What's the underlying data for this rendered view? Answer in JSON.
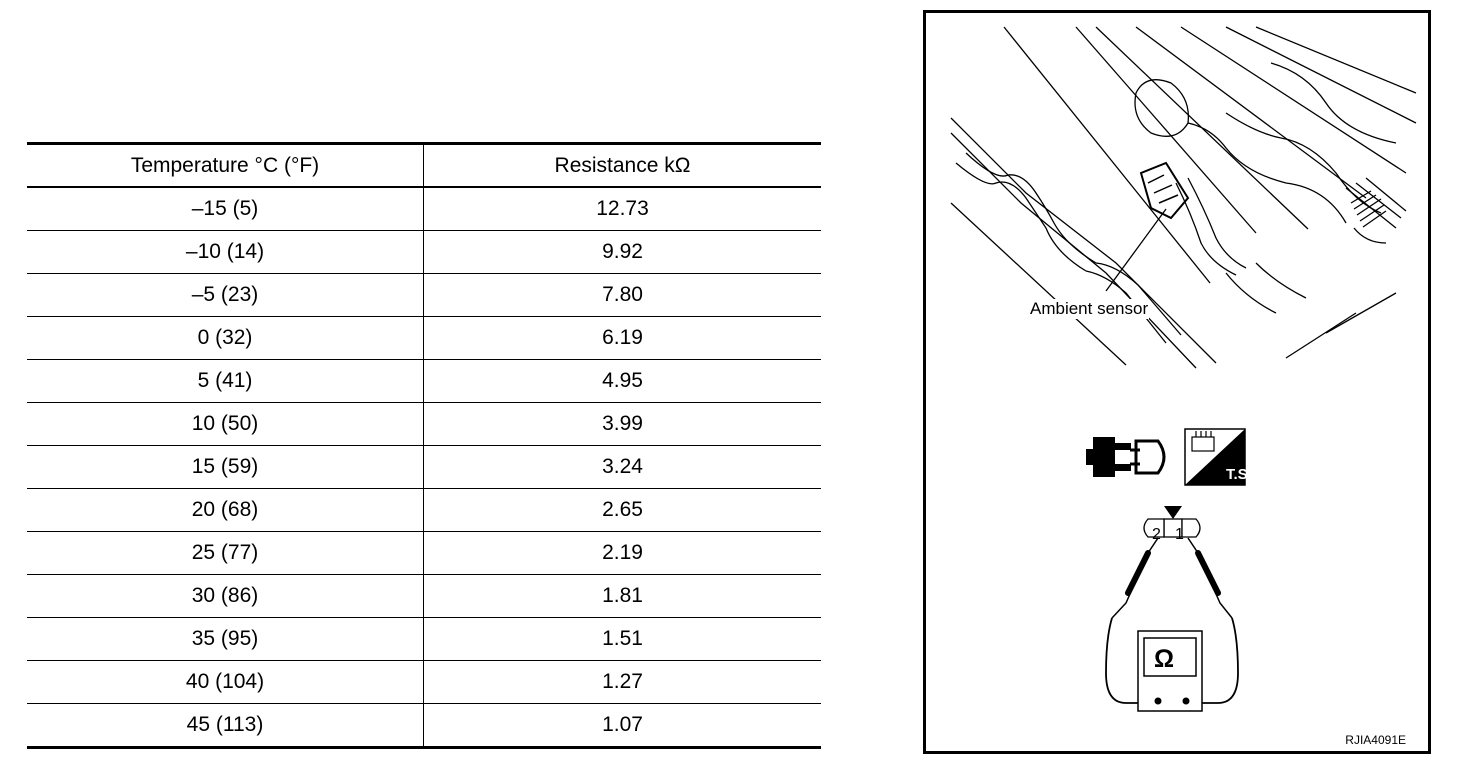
{
  "table": {
    "header": {
      "temperature": "Temperature °C (°F)",
      "resistance": "Resistance kΩ"
    },
    "rows": [
      {
        "temperature": "–15 (5)",
        "resistance": "12.73"
      },
      {
        "temperature": "–10 (14)",
        "resistance": "9.92"
      },
      {
        "temperature": "–5 (23)",
        "resistance": "7.80"
      },
      {
        "temperature": "0 (32)",
        "resistance": "6.19"
      },
      {
        "temperature": "5 (41)",
        "resistance": "4.95"
      },
      {
        "temperature": "10 (50)",
        "resistance": "3.99"
      },
      {
        "temperature": "15 (59)",
        "resistance": "3.24"
      },
      {
        "temperature": "20 (68)",
        "resistance": "2.65"
      },
      {
        "temperature": "25 (77)",
        "resistance": "2.19"
      },
      {
        "temperature": "30 (86)",
        "resistance": "1.81"
      },
      {
        "temperature": "35 (95)",
        "resistance": "1.51"
      },
      {
        "temperature": "40 (104)",
        "resistance": "1.27"
      },
      {
        "temperature": "45 (113)",
        "resistance": "1.07"
      }
    ]
  },
  "figure": {
    "sensor_label": "Ambient sensor",
    "ts_label": "T.S.",
    "connector_pins": [
      "2",
      "1"
    ],
    "meter_symbol": "Ω",
    "code": "RJIA4091E",
    "icons": [
      "connector-disconnect-icon",
      "harness-connector-icon",
      "ohmmeter-icon"
    ]
  }
}
